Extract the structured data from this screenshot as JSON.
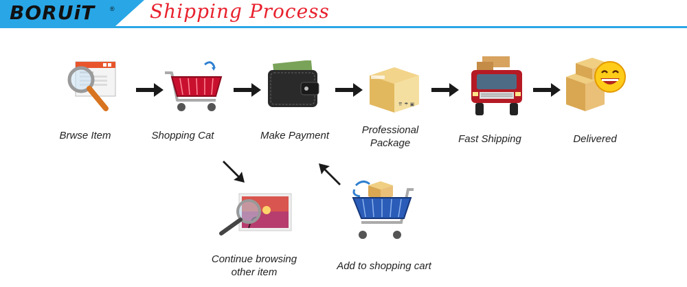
{
  "header": {
    "brand": "BORUiT",
    "brand_mark": "®",
    "title": "Shipping Process"
  },
  "steps": [
    {
      "label": "Brwse Item",
      "icon": "browse-magnifier-icon"
    },
    {
      "label": "Shopping Cat",
      "icon": "shopping-cart-icon"
    },
    {
      "label": "Make Payment",
      "icon": "wallet-icon"
    },
    {
      "label": "Professional Package",
      "line1": "Professional",
      "line2": "Package",
      "icon": "package-box-icon"
    },
    {
      "label": "Fast Shipping",
      "icon": "delivery-truck-icon"
    },
    {
      "label": "Delivered",
      "icon": "smiley-boxes-icon"
    }
  ],
  "secondary_steps": [
    {
      "label": "Continue browsing other item",
      "line1": "Continue browsing",
      "line2": "other item",
      "icon": "photo-magnifier-icon"
    },
    {
      "label": "Add to shopping cart",
      "icon": "cart-with-box-icon"
    }
  ],
  "colors": {
    "brand_blue": "#29a6e6",
    "title_red": "#e8212e",
    "arrow_black": "#1a1a1a"
  }
}
